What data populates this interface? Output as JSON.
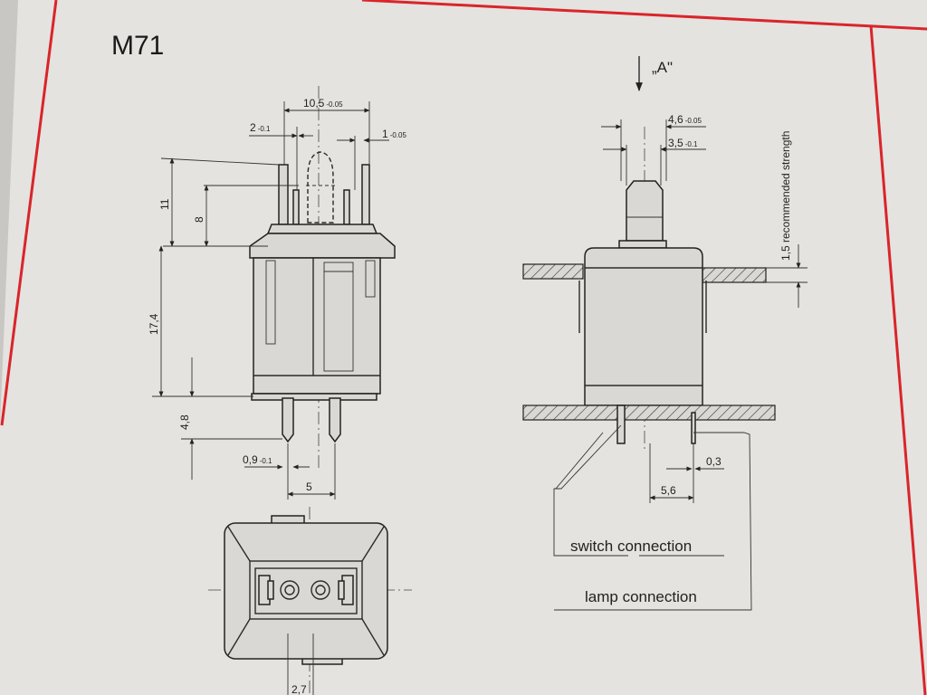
{
  "title": "M71",
  "view_label": "„A\"",
  "note": "1,5 recommended strength",
  "labels": {
    "switch": "switch connection",
    "lamp": "lamp connection"
  },
  "dims": {
    "width_top": "10,5",
    "width_top_tol": "-0.05",
    "pin_left": "2",
    "pin_left_tol": "-0.1",
    "pin_right": "1",
    "pin_right_tol": "-0.05",
    "height_11": "11",
    "height_8": "8",
    "height_17": "17,4",
    "height_4": "4,8",
    "pin_w": "0,9",
    "pin_w_tol": "-0.1",
    "pin_pitch": "5",
    "bottom_27": "2,7",
    "plunger_a": "4,6",
    "plunger_a_tol": "-0.05",
    "plunger_b": "3,5",
    "plunger_b_tol": "-0.1",
    "conn_56": "5,6",
    "conn_03": "0,3"
  },
  "colors": {
    "frame": "#d9252b",
    "paper": "#e4e3df",
    "ink": "#222222"
  }
}
